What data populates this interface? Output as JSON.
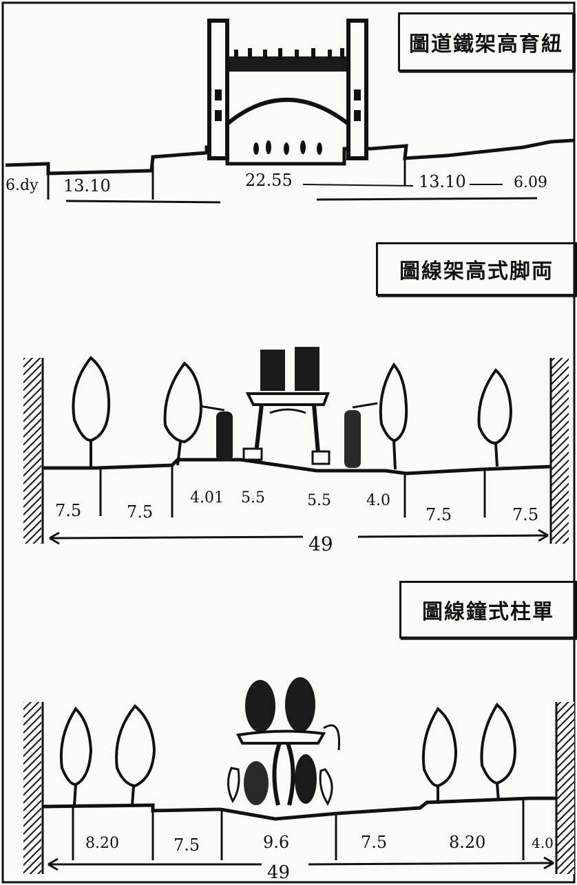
{
  "titles": {
    "top": "圖道鐵架高育紐",
    "middle": "圖線架高式脚両",
    "bottom": "圖線鐘式柱單"
  },
  "top_section": {
    "labels": {
      "left_edge": "6.dy",
      "left_span": "13.10",
      "center_span": "22.55",
      "right_span": "13.10",
      "right_edge": "6.09"
    }
  },
  "middle_section": {
    "labels": {
      "a": "7.5",
      "b": "7.5",
      "c": "4.01",
      "d": "5.5",
      "e": "5.5",
      "f": "4.0",
      "g": "7.5",
      "h": "7.5",
      "total": "49"
    }
  },
  "bottom_section": {
    "labels": {
      "a": "8.20",
      "b": "7.5",
      "c": "9.6",
      "d": "7.5",
      "e": "8.20",
      "f": "4.0",
      "total": "49"
    }
  }
}
